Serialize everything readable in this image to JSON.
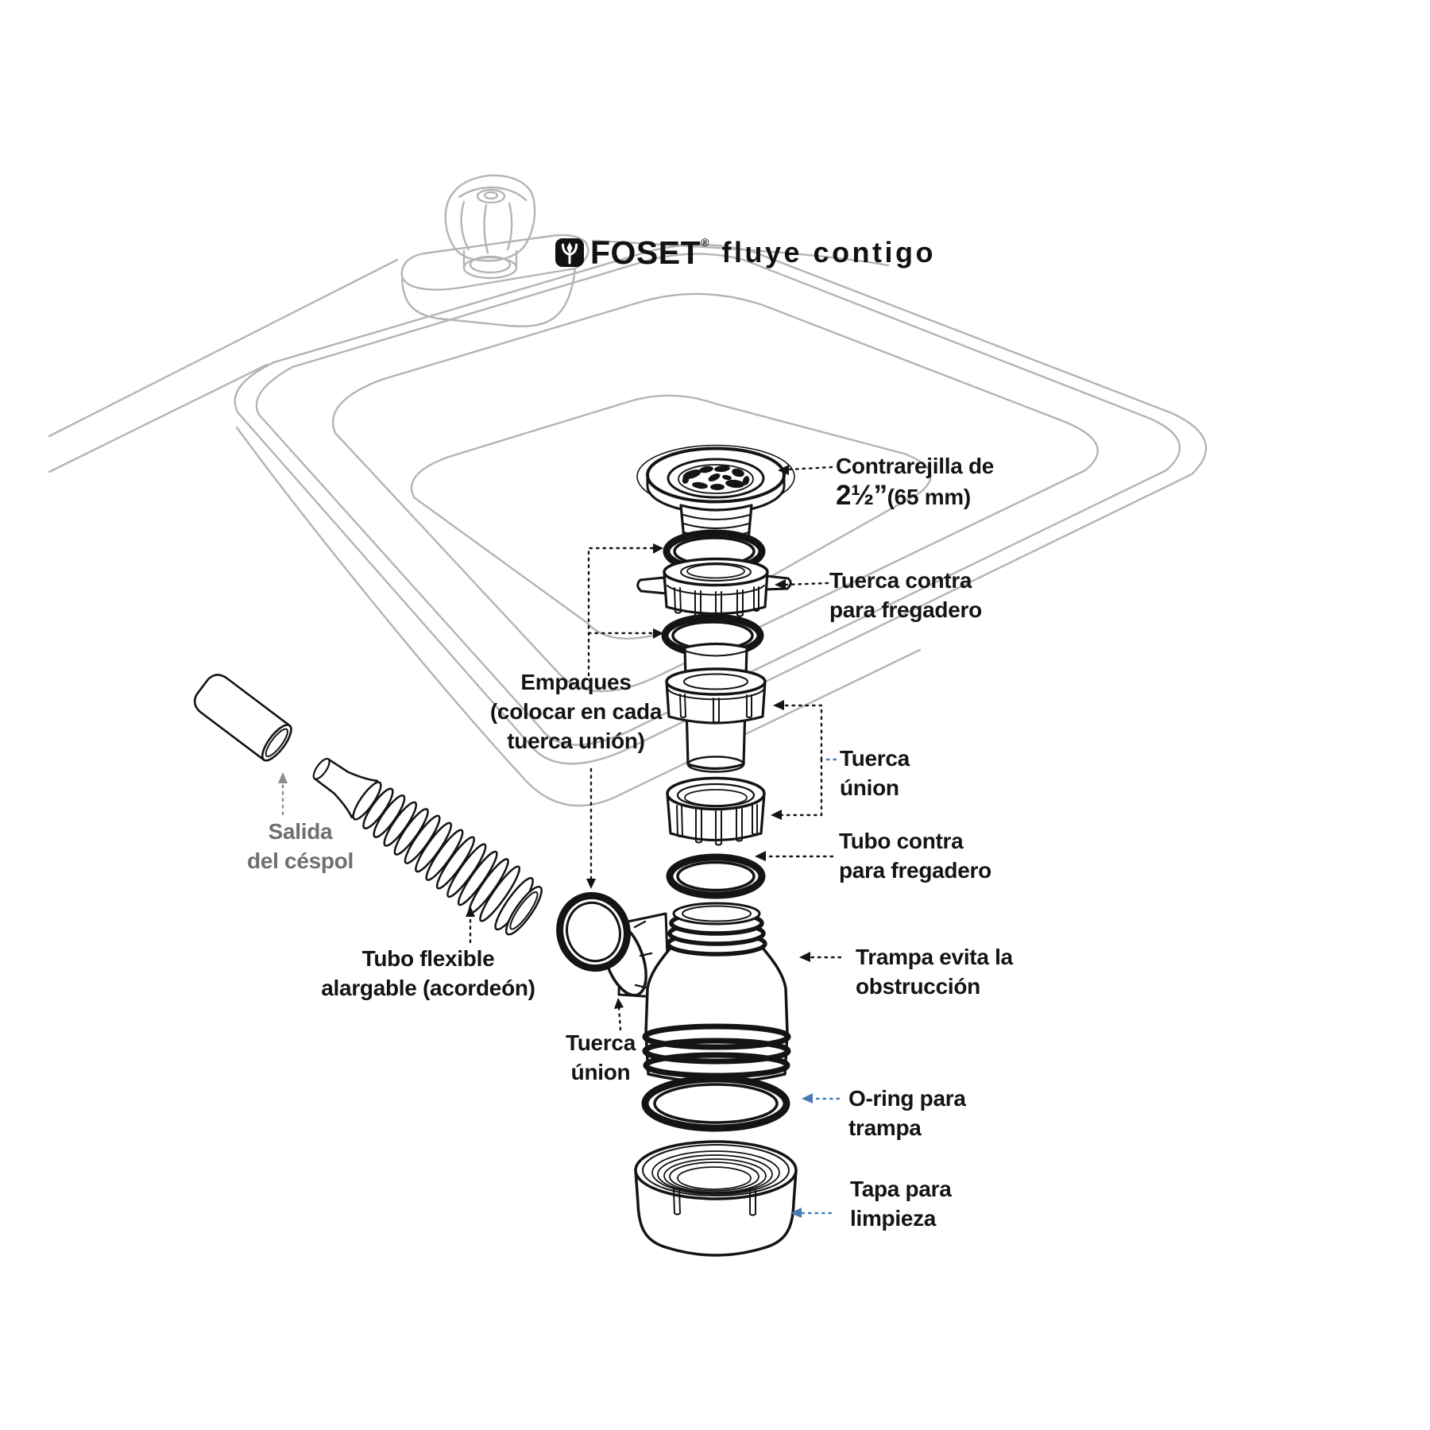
{
  "brand": {
    "name": "FOSET",
    "registered": "®",
    "tagline": "fluye contigo",
    "logo_icon": "trident-shield-icon"
  },
  "labels": {
    "contrarejilla": {
      "line1": "Contrarejilla de",
      "size_bold": "2½”",
      "size_rest": "(65 mm)"
    },
    "tuerca_contra": {
      "line1": "Tuerca contra",
      "line2": "para fregadero"
    },
    "empaques": {
      "line1": "Empaques",
      "line2": "(colocar en cada",
      "line3": "tuerca unión)"
    },
    "tuerca_union_right": {
      "line1": "Tuerca",
      "line2": "únion"
    },
    "tubo_contra": {
      "line1": "Tubo contra",
      "line2": "para fregadero"
    },
    "salida_cespol": {
      "line1": "Salida",
      "line2": "del céspol"
    },
    "tubo_flexible": {
      "line1": "Tubo flexible",
      "line2": "alargable (acordeón)"
    },
    "tuerca_union_left": {
      "line1": "Tuerca",
      "line2": "únion"
    },
    "trampa": {
      "line1": "Trampa evita la",
      "line2": "obstrucción"
    },
    "oring_trampa": {
      "line1": "O-ring para",
      "line2": "trampa"
    },
    "tapa": {
      "line1": "Tapa para",
      "line2": "limpieza"
    }
  },
  "colors": {
    "ink": "#141414",
    "sink_gray": "#b4b4b4",
    "muted_text": "#6f6f6f",
    "leader_blue": "#4a79b8",
    "leader_gray": "#8c8c8c"
  }
}
